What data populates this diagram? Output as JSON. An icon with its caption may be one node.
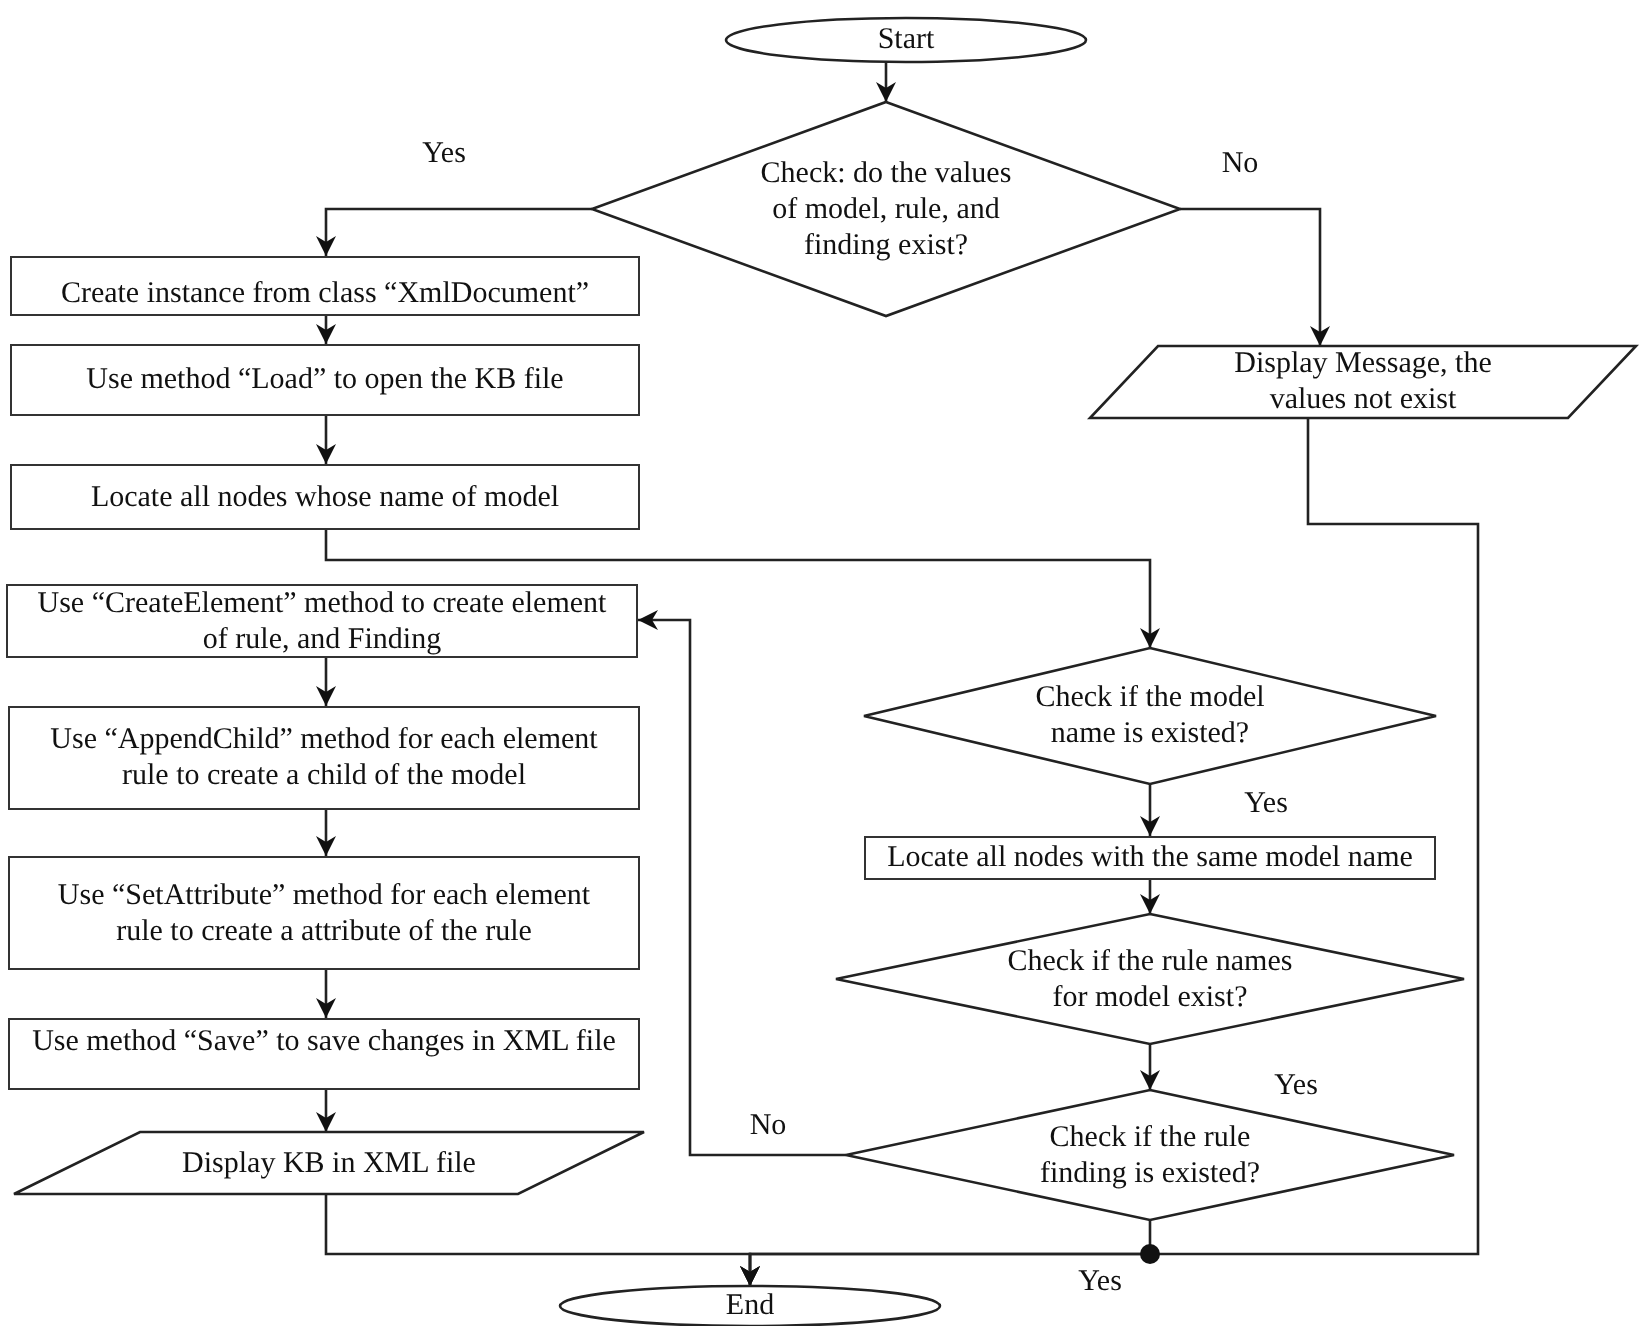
{
  "diagram": {
    "nodes": [
      {
        "text": [
          "Start"
        ]
      },
      {
        "text": [
          "Check: do the values of model, rule, and finding exist?"
        ]
      },
      {
        "text": [
          "Create instance from class “XmlDocument”"
        ]
      },
      {
        "text": [
          "Use method “Load” to open the KB file"
        ]
      },
      {
        "text": [
          "Locate all nodes whose name of model"
        ]
      },
      {
        "text": [
          "Display Message, the values not exist"
        ]
      },
      {
        "text": [
          "Use “CreateElement” method to create element of rule, and Finding"
        ]
      },
      {
        "text": [
          "Use “AppendChild” method for each element rule to create a child of the model"
        ]
      },
      {
        "text": [
          "Use “SetAttribute” method for each element rule to create a attribute of the rule"
        ]
      },
      {
        "text": [
          "Use method “Save” to save changes in XML file"
        ]
      },
      {
        "text": [
          "Display KB in XML file"
        ]
      },
      {
        "text": [
          "Check if the model name is existed?"
        ]
      },
      {
        "text": [
          "Locate all nodes with the same model name"
        ]
      },
      {
        "text": [
          "Check if the rule names for model exist?"
        ]
      },
      {
        "text": [
          "Check if the rule finding is existed?"
        ]
      },
      {
        "text": [
          "End"
        ]
      }
    ],
    "edges": [
      {
        "from": 0,
        "to": 1,
        "arrow": "to"
      },
      {
        "from": 1,
        "to": 2,
        "arrow": "to",
        "label": "Yes"
      },
      {
        "from": 1,
        "to": 5,
        "arrow": "to",
        "label": "No"
      },
      {
        "from": 2,
        "to": 3,
        "arrow": "to"
      },
      {
        "from": 3,
        "to": 4,
        "arrow": "to"
      },
      {
        "from": 4,
        "to": 11,
        "arrow": "to"
      },
      {
        "from": 6,
        "to": 7,
        "arrow": "to"
      },
      {
        "from": 7,
        "to": 8,
        "arrow": "to"
      },
      {
        "from": 8,
        "to": 9,
        "arrow": "to"
      },
      {
        "from": 9,
        "to": 10,
        "arrow": "to"
      },
      {
        "from": 11,
        "to": 12,
        "arrow": "to",
        "label": "Yes"
      },
      {
        "from": 12,
        "to": 13,
        "arrow": "to"
      },
      {
        "from": 13,
        "to": 14,
        "arrow": "to",
        "label": "Yes"
      },
      {
        "from": 14,
        "to": 6,
        "arrow": "to",
        "label": "No"
      },
      {
        "from": 14,
        "to": 15,
        "arrow": "to",
        "label": "Yes"
      },
      {
        "from": 5,
        "to": 15,
        "arrow": "to"
      },
      {
        "from": 10,
        "to": 15,
        "arrow": "to"
      }
    ]
  }
}
